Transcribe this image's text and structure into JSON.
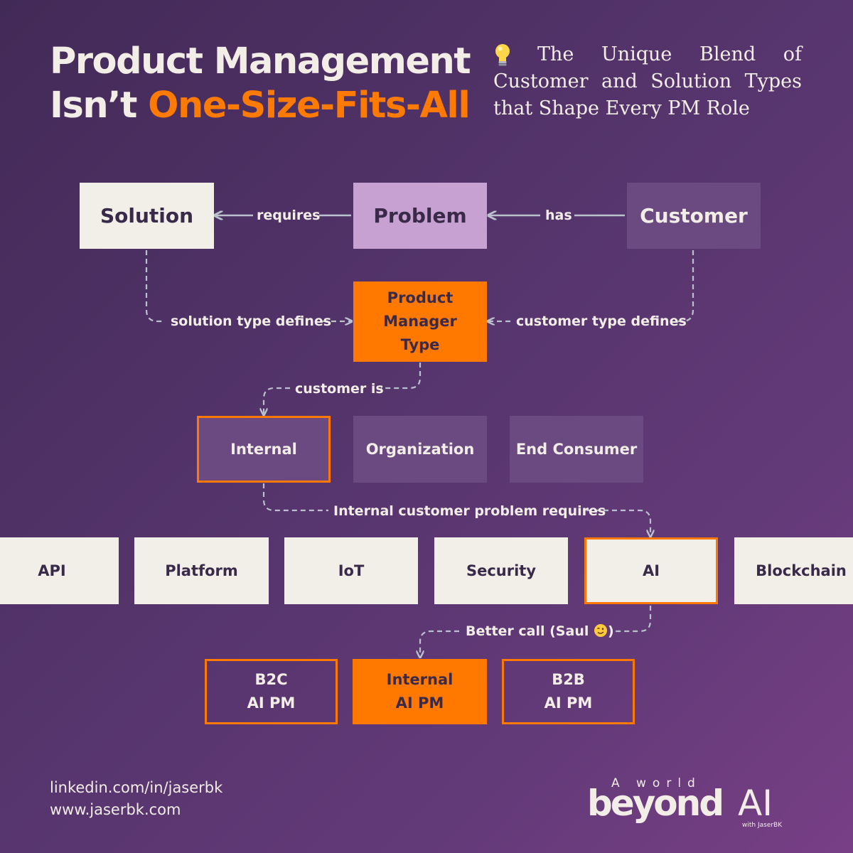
{
  "header": {
    "title_line1": "Product Management",
    "title_line2_prefix": "Isn’t ",
    "title_line2_accent": "One-Size-Fits-All",
    "subtitle": "The Unique Blend of Customer and Solution Types that Shape Every PM Role"
  },
  "diagram": {
    "top_nodes": {
      "solution": "Solution",
      "problem": "Problem",
      "customer": "Customer"
    },
    "edges": {
      "requires": "requires",
      "has": "has",
      "solution_type_defines": "solution type defines",
      "customer_type_defines": "customer type defines",
      "customer_is": "customer is",
      "internal_problem_requires": "Internal customer problem requires",
      "better_call": "Better call (Saul",
      "better_call_end": ")"
    },
    "pm_type": {
      "line1": "Product",
      "line2": "Manager",
      "line3": "Type"
    },
    "customer_types": [
      "Internal",
      "Organization",
      "End Consumer"
    ],
    "solution_types": [
      "API",
      "Platform",
      "IoT",
      "Security",
      "AI",
      "Blockchain"
    ],
    "pm_roles": [
      {
        "line1": "B2C",
        "line2": "AI PM"
      },
      {
        "line1": "Internal",
        "line2": "AI PM"
      },
      {
        "line1": "B2B",
        "line2": "AI PM"
      }
    ]
  },
  "footer": {
    "linkedin": "linkedin.com/in/jaserbk",
    "website": "www.jaserbk.com"
  },
  "logo": {
    "tagline": "A world",
    "brand_word": "beyond",
    "brand_ai": "AI",
    "byline": "with JaserBK"
  },
  "colors": {
    "background": "#53336a",
    "accent": "#ff7900",
    "cream": "#f2efe9",
    "lavender": "#c7a1d1",
    "muted_box": "#6a4a80",
    "connector": "#b9c1cc"
  }
}
